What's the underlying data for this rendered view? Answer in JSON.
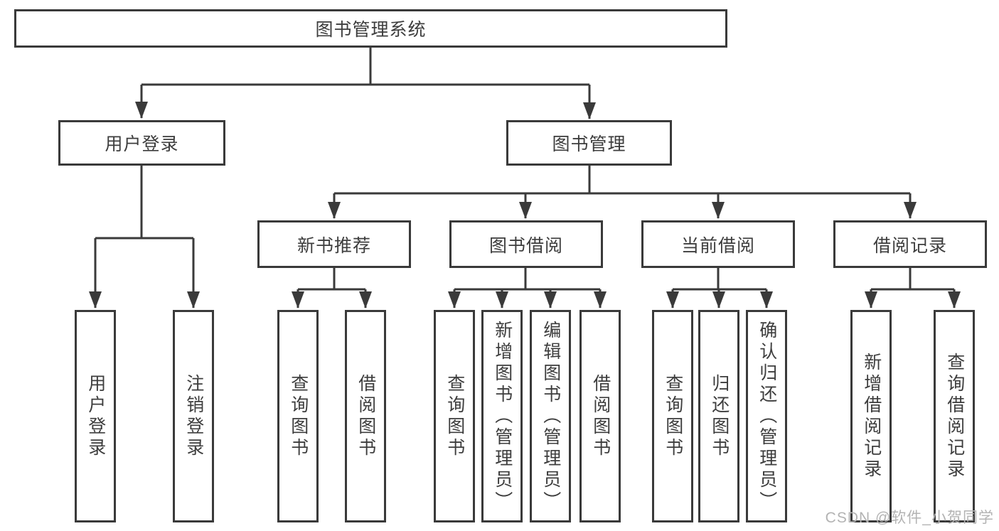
{
  "diagram": {
    "root": {
      "label": "图书管理系统"
    },
    "branches": [
      {
        "label": "用户登录",
        "children": [
          {
            "label": "用户登录"
          },
          {
            "label": "注销登录"
          }
        ]
      },
      {
        "label": "图书管理",
        "children": [
          {
            "label": "新书推荐",
            "children": [
              {
                "label": "查询图书"
              },
              {
                "label": "借阅图书"
              }
            ]
          },
          {
            "label": "图书借阅",
            "children": [
              {
                "label": "查询图书"
              },
              {
                "label": "新增图书（管理员）"
              },
              {
                "label": "编辑图书（管理员）"
              },
              {
                "label": "借阅图书"
              }
            ]
          },
          {
            "label": "当前借阅",
            "children": [
              {
                "label": "查询图书"
              },
              {
                "label": "归还图书"
              },
              {
                "label": "确认归还（管理员）"
              }
            ]
          },
          {
            "label": "借阅记录",
            "children": [
              {
                "label": "新增借阅记录"
              },
              {
                "label": "查询借阅记录"
              }
            ]
          }
        ]
      }
    ]
  },
  "watermark": {
    "text": "CSDN @软件_小贺同学"
  },
  "colors": {
    "background": "#ffffff",
    "box_fill": "#ffffff",
    "line": "#3a3a3a",
    "box_border": "#3a3a3a",
    "text": "#3d3d3d",
    "watermark": "#b3b3b3"
  }
}
